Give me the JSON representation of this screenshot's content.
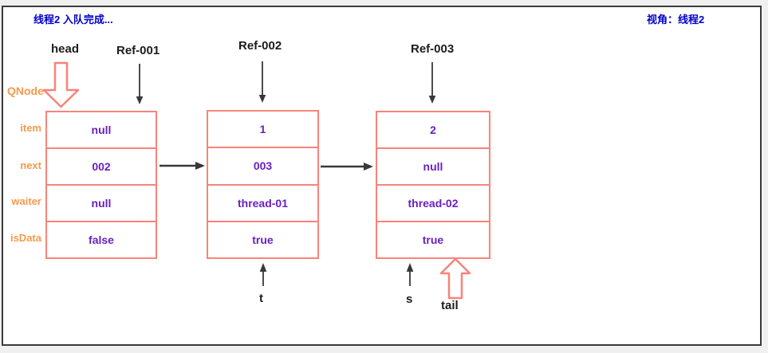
{
  "titles": {
    "status": "线程2 入队完成...",
    "perspective": "视角：线程2"
  },
  "struct_label": "QNode",
  "fields": [
    "item",
    "next",
    "waiter",
    "isData"
  ],
  "pointers": {
    "head": "head",
    "ref1": "Ref-001",
    "ref2": "Ref-002",
    "ref3": "Ref-003",
    "t": "t",
    "s": "s",
    "tail": "tail"
  },
  "nodes": [
    {
      "ref": "Ref-001",
      "values": [
        "null",
        "002",
        "null",
        "false"
      ]
    },
    {
      "ref": "Ref-002",
      "values": [
        "1",
        "003",
        "thread-01",
        "true"
      ]
    },
    {
      "ref": "Ref-003",
      "values": [
        "2",
        "null",
        "thread-02",
        "true"
      ]
    }
  ],
  "colors": {
    "title_blue": "#0000cc",
    "field_orange": "#f79a4b",
    "value_purple": "#6a1fc0",
    "node_border_pink": "#f8837a",
    "arrow_black": "#383838"
  }
}
